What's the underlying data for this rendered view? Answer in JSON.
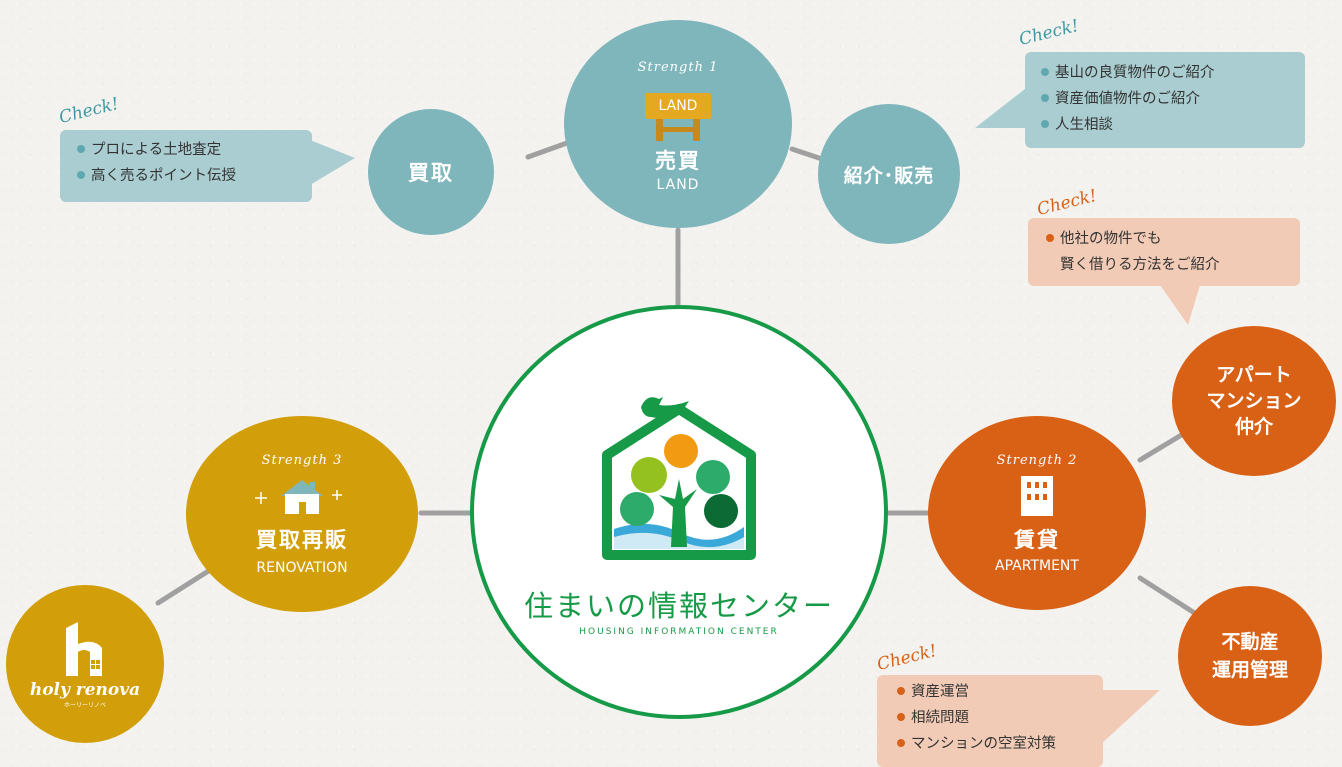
{
  "colors": {
    "teal": "#7fb6bb",
    "orange": "#d96116",
    "gold": "#d29e0a",
    "green": "#179a47",
    "line": "#a0a0a0"
  },
  "center": {
    "title": "住まいの情報センター",
    "subtitle": "HOUSING INFORMATION CENTER",
    "logo_icon": "house-tree-bird-icon"
  },
  "land": {
    "strength": "Strength 1",
    "sign": "LAND",
    "title": "売買",
    "subtitle": "LAND"
  },
  "kaitori": {
    "title": "買取"
  },
  "shoukai": {
    "title": "紹介･販売"
  },
  "apartment": {
    "strength": "Strength 2",
    "title": "賃貸",
    "subtitle": "APARTMENT",
    "icon": "building-icon"
  },
  "apart_chukai": {
    "line1": "アパート",
    "line2": "マンション",
    "line3": "仲介"
  },
  "fudousan": {
    "line1": "不動産",
    "line2": "運用管理"
  },
  "renovation": {
    "strength": "Strength 3",
    "title": "買取再販",
    "subtitle": "RENOVATION",
    "icon": "house-sparkle-icon"
  },
  "holy": {
    "brand": "holy renova",
    "sub": "ホーリーリノベ"
  },
  "check_label": "Check!",
  "bubble_kaitori": [
    "プロによる土地査定",
    "高く売るポイント伝授"
  ],
  "bubble_shoukai": [
    "基山の良質物件のご紹介",
    "資産価値物件のご紹介",
    "人生相談"
  ],
  "bubble_apart": [
    "他社の物件でも",
    "賢く借りる方法をご紹介"
  ],
  "bubble_fudousan": [
    "資産運営",
    "相続問題",
    "マンションの空室対策"
  ]
}
